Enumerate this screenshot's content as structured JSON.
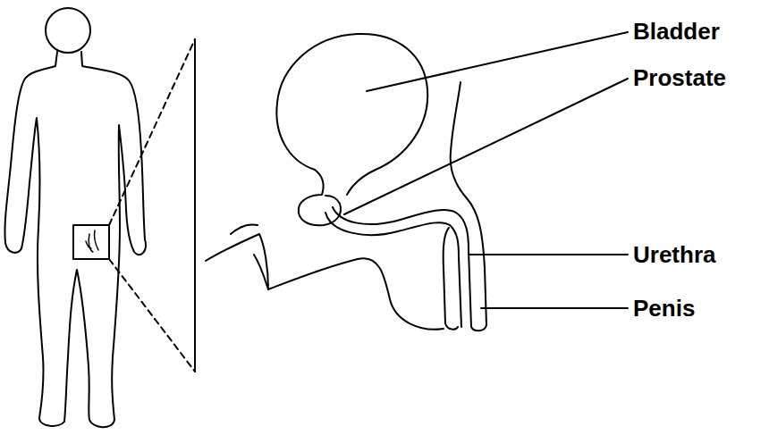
{
  "diagram": {
    "labels": [
      "Bladder",
      "Prostate",
      "Urethra",
      "Penis"
    ]
  }
}
